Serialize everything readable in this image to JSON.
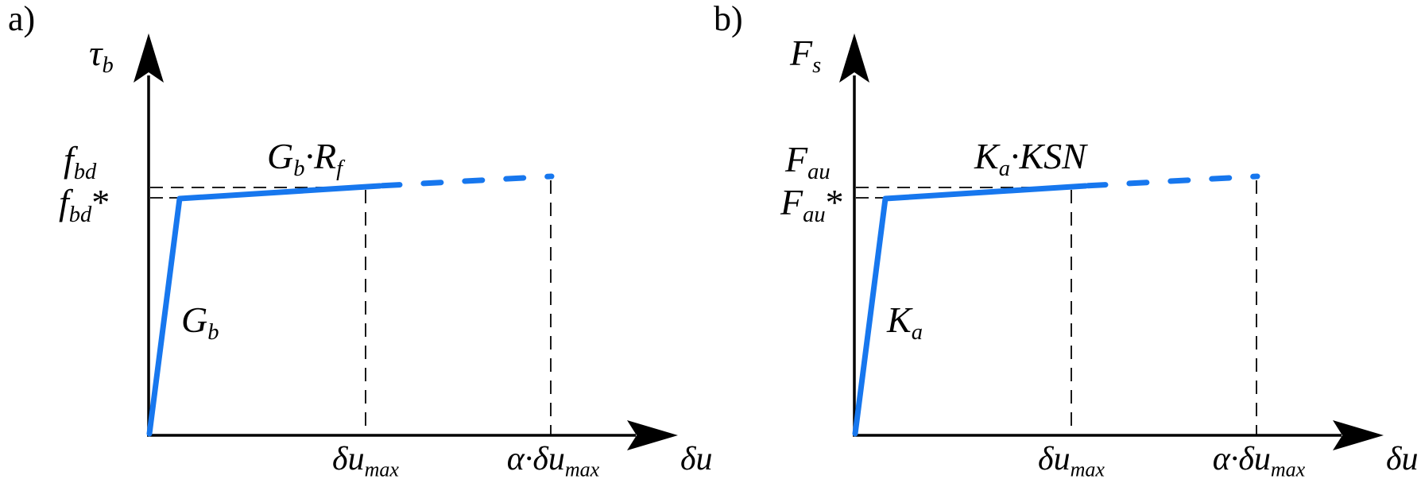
{
  "colors": {
    "curve_blue": "#1777ee",
    "ink_black": "#000000",
    "background": "#ffffff"
  },
  "panels": [
    {
      "tag": "a)",
      "y_axis_label": {
        "base": "τ",
        "sub": "b"
      },
      "x_axis_label": "δu",
      "upper_ref": {
        "base": "f",
        "sub": "bd"
      },
      "lower_ref": {
        "base": "f",
        "sub": "bd",
        "star": "*"
      },
      "initial_slope": {
        "base": "G",
        "sub": "b"
      },
      "post_slope": {
        "base": "G",
        "sub": "b",
        "dot": "·",
        "base2": "R",
        "sub2": "f"
      },
      "x_ref_near": {
        "base": "δu",
        "sub": "max"
      },
      "x_ref_far": {
        "base": "α·δu",
        "sub": "max"
      }
    },
    {
      "tag": "b)",
      "y_axis_label": {
        "base": "F",
        "sub": "s"
      },
      "x_axis_label": "δu",
      "upper_ref": {
        "base": "F",
        "sub": "au"
      },
      "lower_ref": {
        "base": "F",
        "sub": "au",
        "star": "*"
      },
      "initial_slope": {
        "base": "K",
        "sub": "a"
      },
      "post_slope": {
        "base": "K",
        "sub": "a",
        "dot": "·",
        "base2": "KSN",
        "sub2": ""
      },
      "x_ref_near": {
        "base": "δu",
        "sub": "max"
      },
      "x_ref_far": {
        "base": "α·δu",
        "sub": "max"
      }
    }
  ]
}
